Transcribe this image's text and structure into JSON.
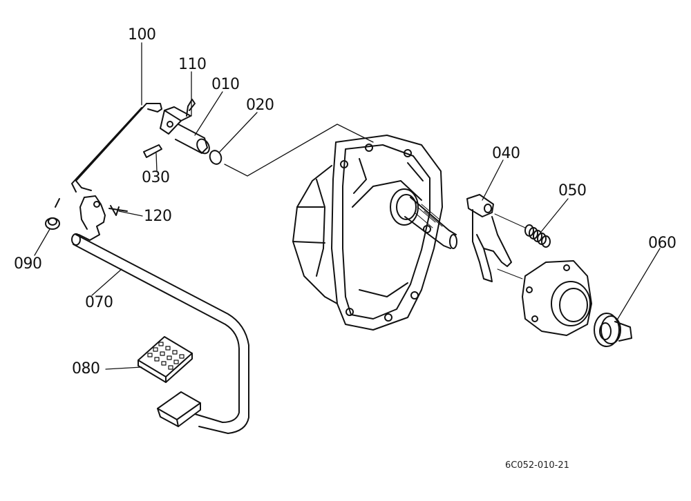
{
  "diagram": {
    "part_labels": {
      "p100": "100",
      "p110": "110",
      "p010": "010",
      "p020": "020",
      "p030": "030",
      "p040": "040",
      "p050": "050",
      "p060": "060",
      "p070": "070",
      "p080": "080",
      "p090": "090",
      "p120": "120"
    },
    "drawing_code": "6C052-010-21"
  }
}
